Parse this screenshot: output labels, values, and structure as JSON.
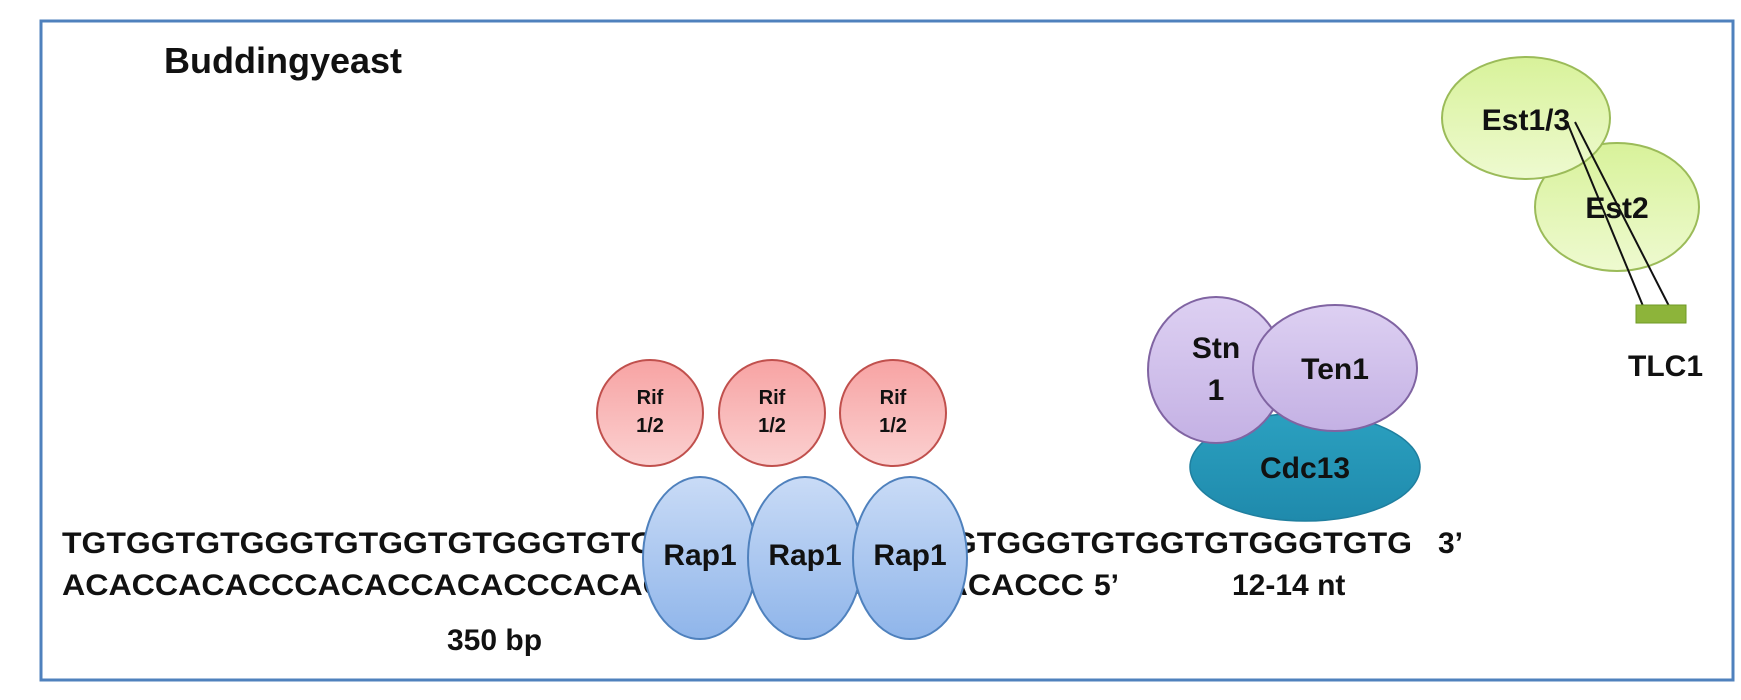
{
  "diagram": {
    "title": "Buddingyeast",
    "dna": {
      "top_strand": "TGTGGTGTGGGTGTGGTGTGGGTGTGGTGTGGGTGTGGTGTGGGTGTGGTGTGGGTGTG",
      "top_strand_end": "3’",
      "bottom_strand": "ACACCACACCCACACCACACCCACACCACACCCACACCACACCC",
      "bottom_strand_end": "5’",
      "length_label": "350 bp",
      "overhang_label": "12-14 nt"
    },
    "proteins": {
      "rif_label_line1": "Rif",
      "rif_label_line2": "1/2",
      "rap_label": "Rap1",
      "stn_line1": "Stn",
      "stn_line2": "1",
      "ten": "Ten1",
      "cdc": "Cdc13",
      "est13": "Est1/3",
      "est2": "Est2",
      "tlc": "TLC1"
    },
    "colors": {
      "border": "#4f81bd",
      "rif_fill": "#f9a9a9",
      "rif_stroke": "#c0504d",
      "rap_fill": "#b9cff0",
      "rap_stroke": "#4f81bd",
      "stn_fill": "#c9b8e6",
      "stn_stroke": "#8064a2",
      "cdc_fill": "#2ea3c4",
      "est_fill": "#e2f7b0",
      "est_stroke": "#9bbb59",
      "tlc_fill": "#8db43a"
    }
  }
}
